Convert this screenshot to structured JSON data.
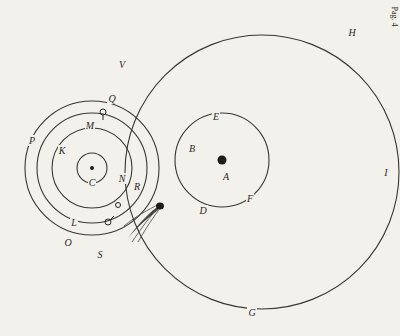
{
  "diagram": {
    "labels": [
      "Pag. 4",
      "H",
      "I",
      "G",
      "V",
      "S",
      "A",
      "B",
      "C",
      "D",
      "E",
      "F",
      "K",
      "L",
      "M",
      "N",
      "O",
      "P",
      "Q",
      "R"
    ]
  }
}
